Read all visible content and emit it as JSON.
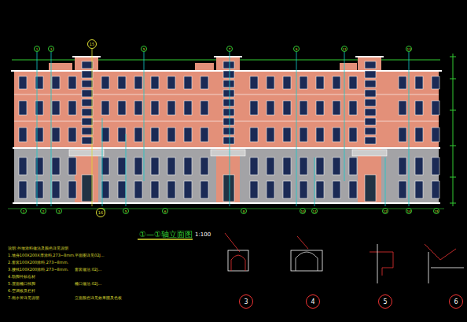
{
  "diagram": {
    "title": "①—①轴立面图",
    "nodes": [
      {
        "text": [
          "3"
        ]
      },
      {
        "text": [
          "4"
        ]
      },
      {
        "text": [
          "5"
        ]
      },
      {
        "text": [
          "6"
        ]
      },
      {
        "text": [
          "1"
        ]
      },
      {
        "text": [
          "3"
        ]
      },
      {
        "text": [
          "5"
        ]
      },
      {
        "text": [
          "7"
        ]
      },
      {
        "text": [
          "9"
        ]
      },
      {
        "text": [
          "11"
        ]
      },
      {
        "text": [
          "13"
        ]
      },
      {
        "text": [
          "15"
        ]
      },
      {
        "text": [
          "1"
        ]
      },
      {
        "text": [
          "2"
        ]
      },
      {
        "text": [
          "3"
        ]
      },
      {
        "text": [
          "4"
        ]
      },
      {
        "text": [
          "5"
        ]
      },
      {
        "text": [
          "6"
        ]
      },
      {
        "text": [
          "8"
        ]
      },
      {
        "text": [
          "10"
        ]
      },
      {
        "text": [
          "11"
        ]
      },
      {
        "text": [
          "12"
        ]
      },
      {
        "text": [
          "14"
        ]
      },
      {
        "text": [
          "15"
        ]
      },
      {
        "text": [
          "16"
        ]
      }
    ],
    "labels": [
      "1:100",
      "说明:外墙涂料做法及颜色详见说明",
      "1.墙身100X200X厚涂料,273~8mm.",
      "2.窗套100X200涂料,273~8mm.",
      "3.腰线100X200涂料,273~8mm.",
      "4.勒脚外贴石材",
      "5.屋面檐口线脚",
      "6.空调板及栏杆",
      "7.雨水管详见说明",
      "平面图详见02J...",
      "窗套做法:02J...",
      "檐口做法:02J...",
      "立面颜色详见效果图及色板"
    ]
  }
}
